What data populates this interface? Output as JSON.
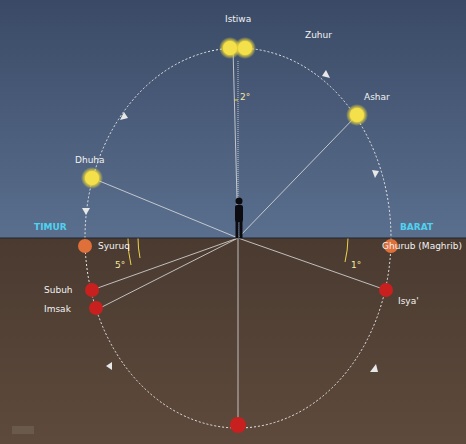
{
  "diagram": {
    "labels": [
      "Istiwa",
      "Zuhur",
      "Ashar",
      "Dhuha",
      "TIMUR",
      "BARAT",
      "Syuruq",
      "Ghurub (Maghrib)",
      "Subuh",
      "Imsak",
      "Isya'",
      "2°",
      "5°",
      "1°"
    ]
  }
}
